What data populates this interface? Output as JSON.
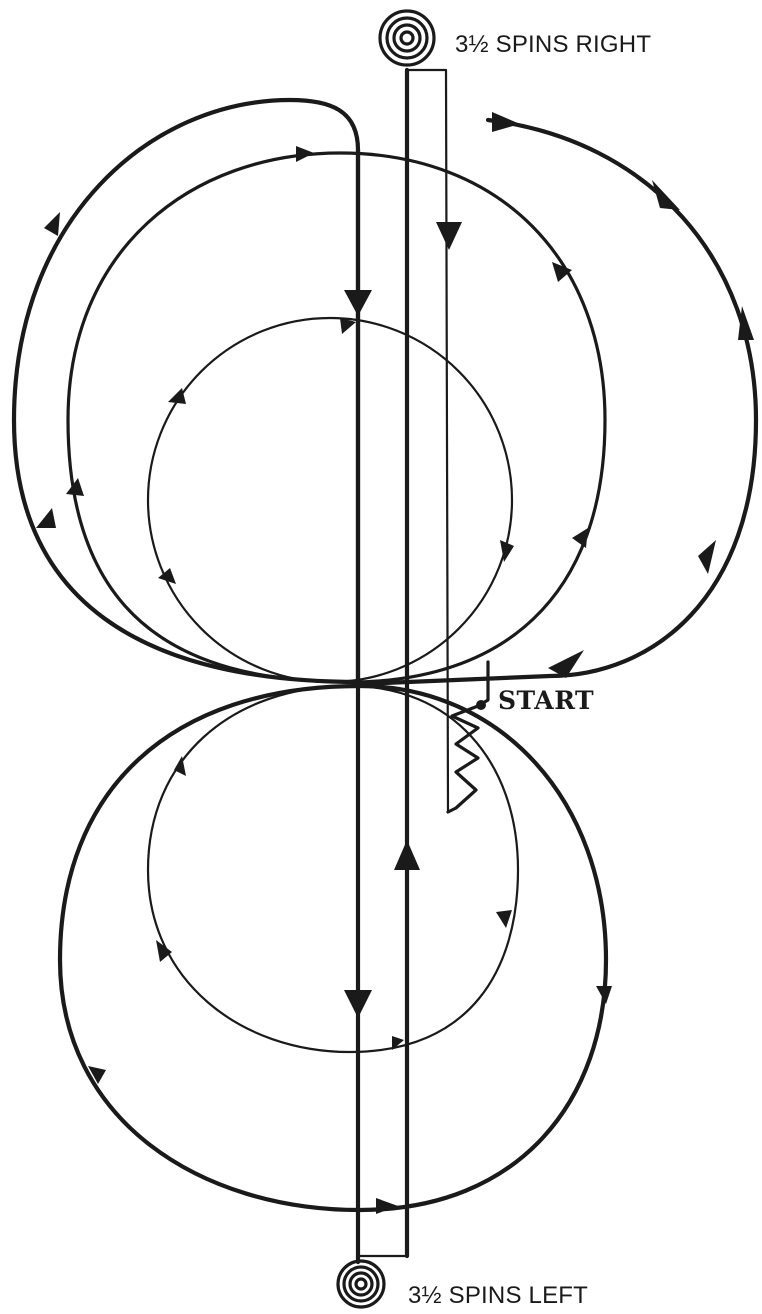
{
  "labels": {
    "top_spin": "3½ SPINS RIGHT",
    "bottom_spin": "3½ SPINS LEFT",
    "start": "START"
  }
}
